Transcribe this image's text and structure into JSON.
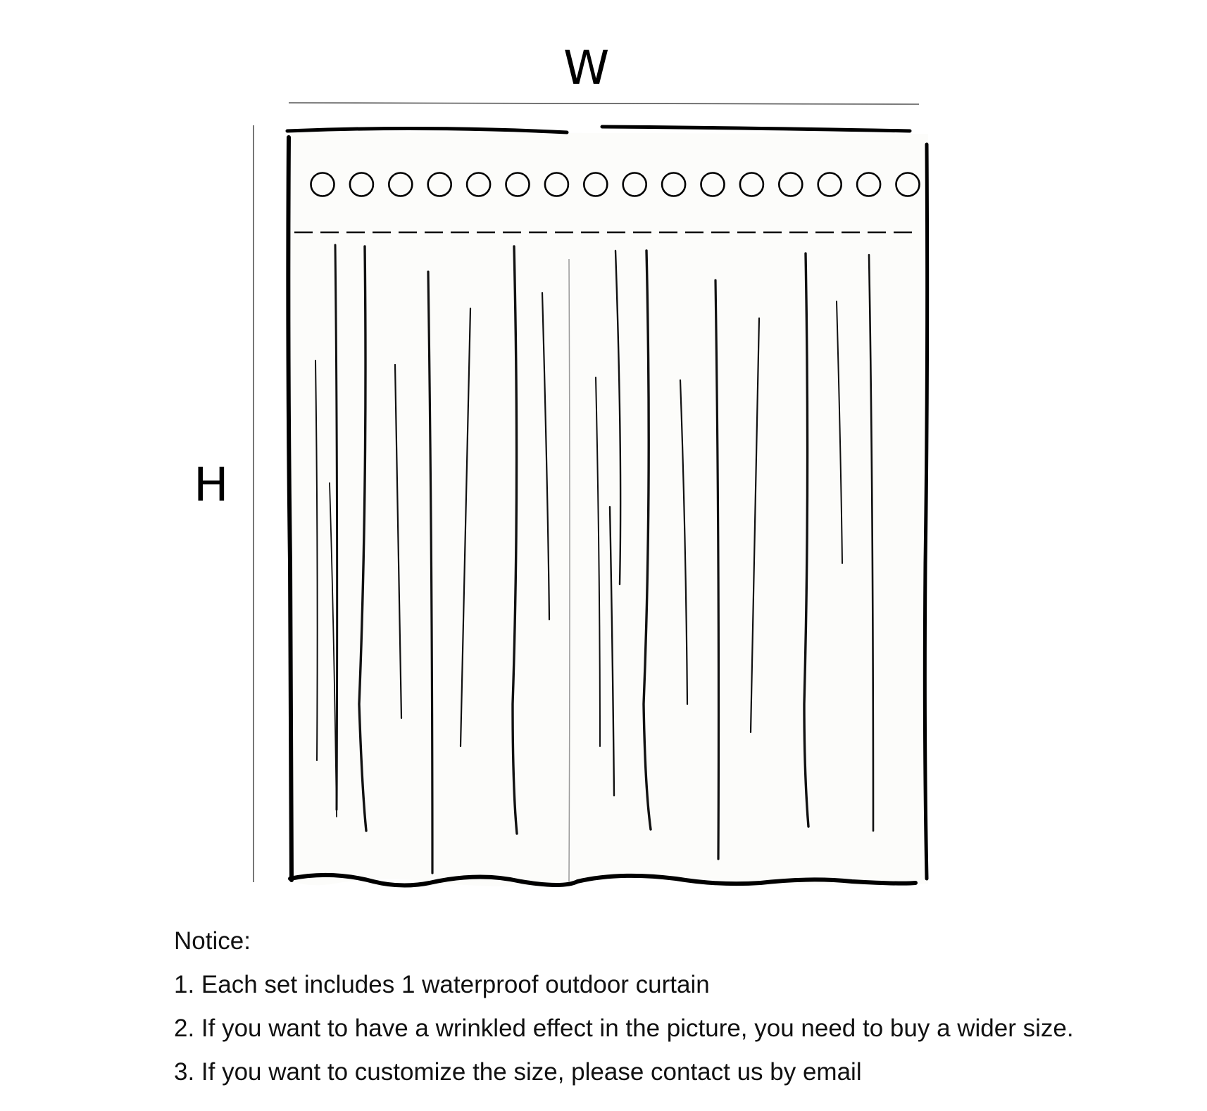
{
  "dimension_labels": {
    "width": "W",
    "height": "H"
  },
  "curtain": {
    "grommet_count": 16,
    "panel_color": "#fcfcfa",
    "outline_color": "#000000"
  },
  "notice": {
    "title": "Notice:",
    "lines": [
      "1. Each set includes 1 waterproof outdoor curtain",
      "2. If you want to have a wrinkled effect in the picture, you need to buy a wider size.",
      "3. If you want to customize the size, please contact us by email"
    ]
  }
}
